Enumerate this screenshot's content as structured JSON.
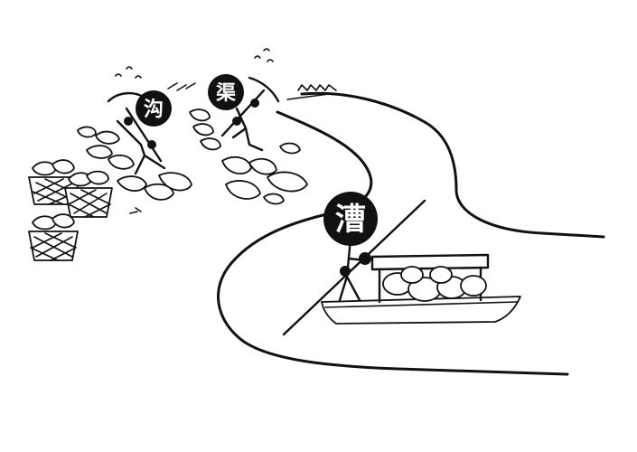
{
  "labels": {
    "gou": "沟",
    "qu": "渠",
    "cao": "漕"
  },
  "colors": {
    "ink": "#111111",
    "paper": "#ffffff"
  }
}
